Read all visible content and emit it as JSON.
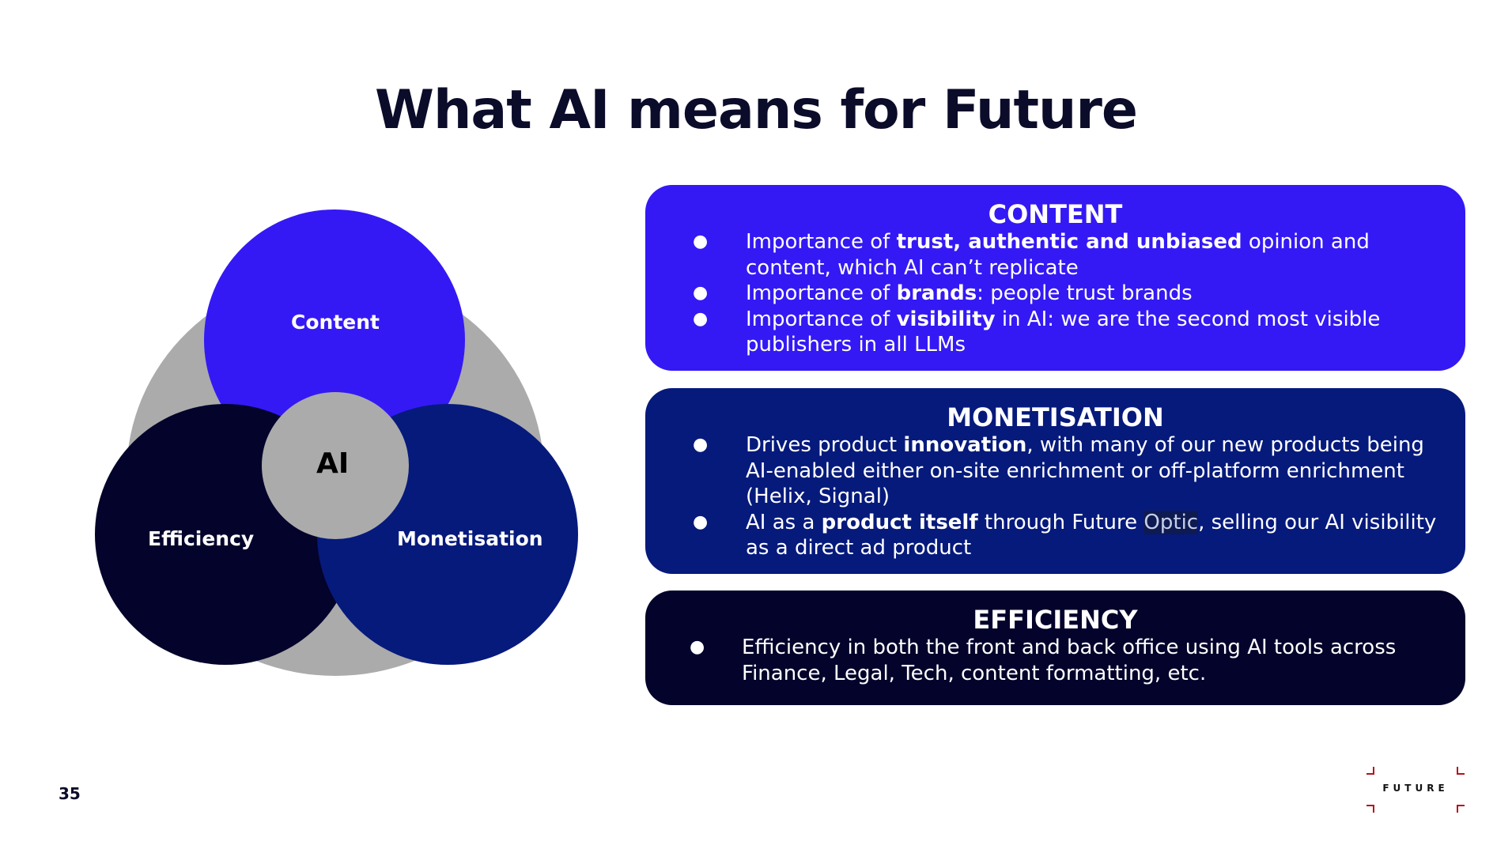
{
  "slide": {
    "title": "What AI means for Future",
    "page_number": "35"
  },
  "venn": {
    "content_label": "Content",
    "efficiency_label": "Efficiency",
    "monetisation_label": "Monetisation",
    "ai_label": "AI",
    "colors": {
      "content": "#3419f5",
      "efficiency": "#03032b",
      "monetisation": "#061a7c",
      "background": "#ababab"
    }
  },
  "panels": {
    "content": {
      "heading": "CONTENT",
      "bullet": "●",
      "items": [
        {
          "pre": "Importance of ",
          "bold": "trust, authentic and unbiased",
          "post": " opinion and content, which AI can’t replicate"
        },
        {
          "pre": "Importance of ",
          "bold": "brands",
          "post": ": people trust brands"
        },
        {
          "pre": "Importance of ",
          "bold": "visibility",
          "post": " in AI: we are the second most visible publishers in all LLMs"
        }
      ]
    },
    "monetisation": {
      "heading": "MONETISATION",
      "bullet": "●",
      "items": [
        {
          "pre": "Drives product ",
          "bold": "innovation",
          "post": ", with many of our new products being AI-enabled either on-site enrichment or off-platform enrichment (Helix, Signal)"
        },
        {
          "pre": "AI as a ",
          "bold": "product itself",
          "mid": " through Future ",
          "highlight": "Optic",
          "post": ", selling our AI visibility as a direct ad product"
        }
      ]
    },
    "efficiency": {
      "heading": "EFFICIENCY",
      "bullet": "●",
      "items": [
        {
          "text": "Efficiency in both the front and back office using AI tools across Finance, Legal, Tech, content formatting, etc."
        }
      ]
    }
  },
  "logo": {
    "text": "FUTURE",
    "accent_color": "#b5121b"
  }
}
